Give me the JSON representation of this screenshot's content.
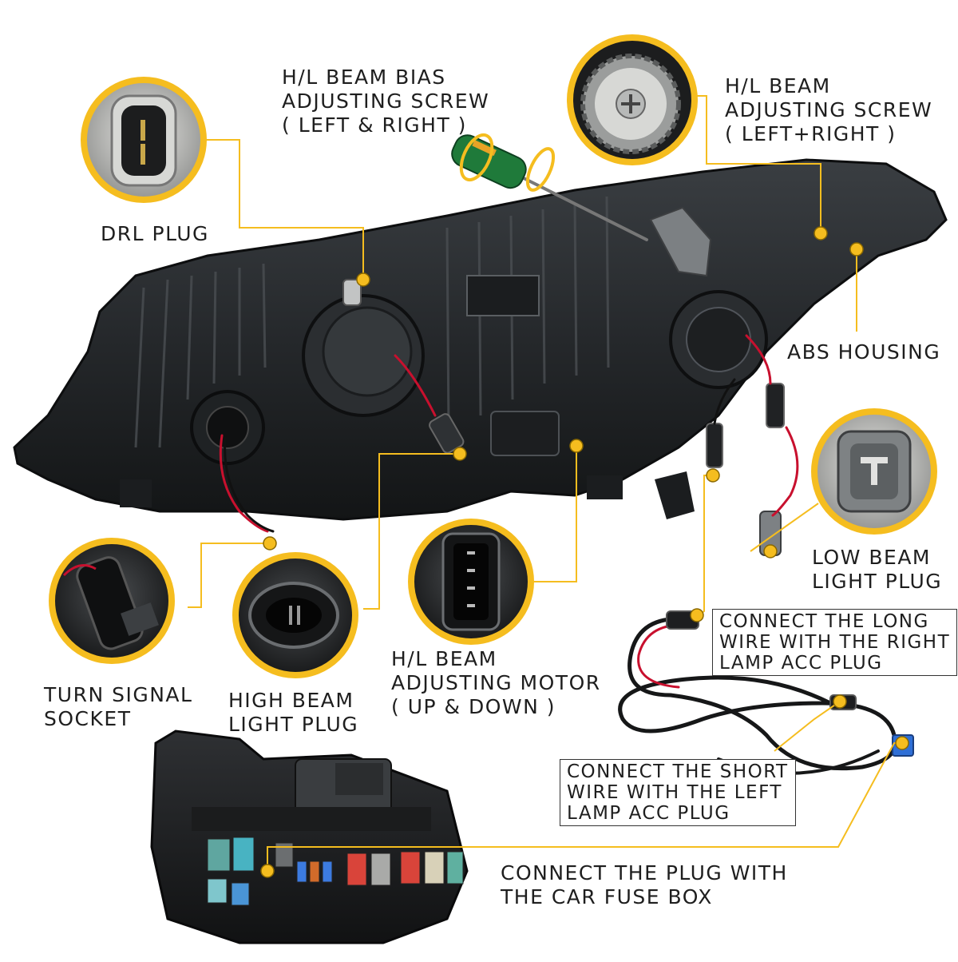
{
  "colors": {
    "accent": "#f5bd1f",
    "housing": "#232629",
    "circle_ring": "#f5bd1f",
    "wire_red": "#c8102e"
  },
  "labels": {
    "drl_plug": [
      "DRL PLUG"
    ],
    "bias_screw": [
      "H/L BEAM BIAS",
      "ADJUSTING SCREW",
      "( LEFT & RIGHT )"
    ],
    "beam_screw": [
      "H/L BEAM",
      "ADJUSTING SCREW",
      "( LEFT+RIGHT )"
    ],
    "abs_housing": [
      "ABS HOUSING"
    ],
    "low_beam_plug": [
      "LOW BEAM",
      "LIGHT PLUG"
    ],
    "turn_signal": [
      "TURN SIGNAL",
      "SOCKET"
    ],
    "high_beam_plug": [
      "HIGH BEAM",
      "LIGHT PLUG"
    ],
    "beam_motor": [
      "H/L BEAM",
      "ADJUSTING MOTOR",
      "( UP & DOWN )"
    ],
    "long_wire": [
      "CONNECT THE LONG",
      "WIRE WITH THE RIGHT",
      "LAMP ACC PLUG"
    ],
    "short_wire": [
      "CONNECT THE SHORT",
      "WIRE WITH THE LEFT",
      "LAMP ACC PLUG"
    ],
    "fuse_box": [
      "CONNECT THE PLUG WITH",
      "THE CAR FUSE BOX"
    ]
  },
  "icons": {
    "drl": "plug-2pin-icon",
    "bias_screw": "screwdriver-icon",
    "beam_screw": "gear-screw-icon",
    "low_beam": "plug-t-icon",
    "turn_signal": "socket-icon",
    "high_beam": "plug-oval-icon",
    "motor": "connector-4pin-icon",
    "fuse_box": "fuse-box-icon"
  }
}
